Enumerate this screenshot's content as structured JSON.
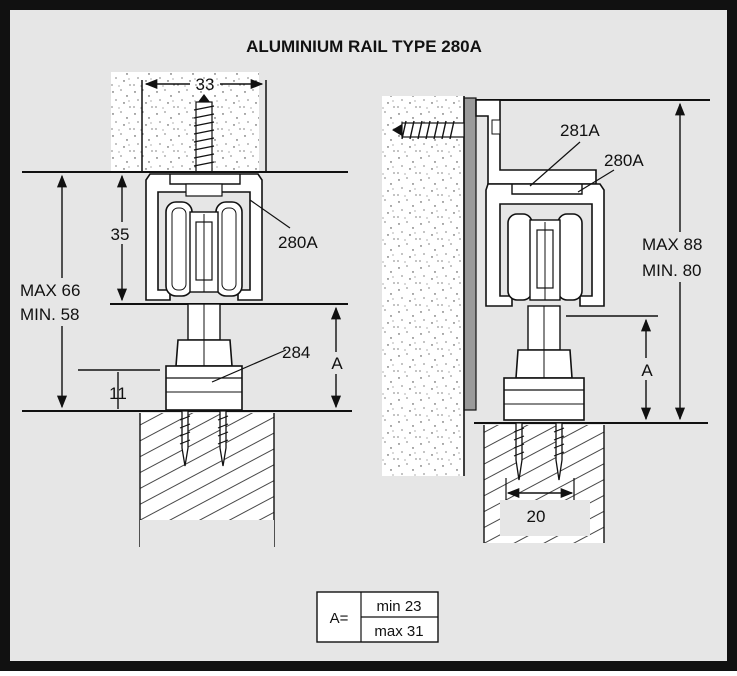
{
  "title": "ALUMINIUM RAIL TYPE 280A",
  "colors": {
    "panel": "#e6e6e6",
    "line": "#111111",
    "wall_face": "#9a9a9a"
  },
  "left_view": {
    "dim_top_width": "33",
    "dim_height": "35",
    "label_rail": "280A",
    "label_max": "MAX 66",
    "label_min": "MIN. 58",
    "label_bolt": "284",
    "label_a": "A",
    "dim_plate": "11"
  },
  "right_view": {
    "label_rail_upper": "281A",
    "label_rail": "280A",
    "label_max": "MAX 88",
    "label_min": "MIN. 80",
    "label_a": "A",
    "dim_screw_spacing": "20"
  },
  "formula": {
    "prefix": "A=",
    "min": "min 23",
    "max": "max 31"
  }
}
